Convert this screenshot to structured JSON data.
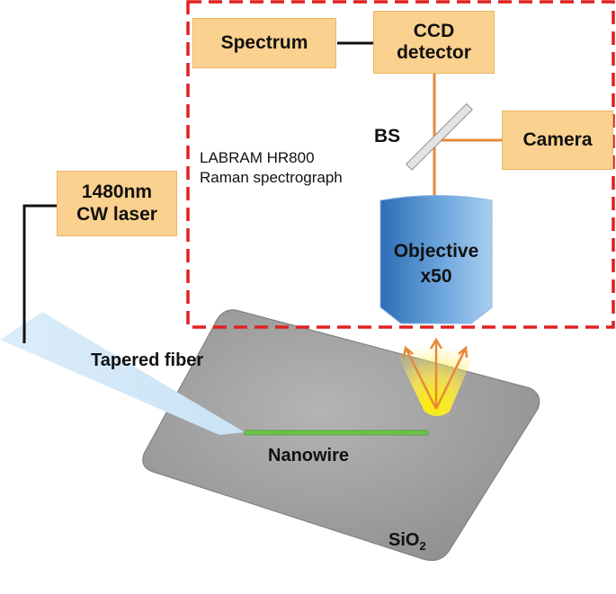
{
  "diagram": {
    "enclosure_label_line1": "LABRAM HR800",
    "enclosure_label_line2": "Raman spectrograph",
    "boxes": {
      "spectrum": "Spectrum",
      "ccd_line1": "CCD",
      "ccd_line2": "detector",
      "camera": "Camera",
      "laser_line1": "1480nm",
      "laser_line2": "CW laser"
    },
    "labels": {
      "beam_splitter": "BS",
      "objective_line1": "Objective",
      "objective_line2": "x50",
      "tapered_fiber": "Tapered fiber",
      "nanowire": "Nanowire",
      "substrate_main": "SiO",
      "substrate_sub": "2"
    }
  },
  "colors": {
    "enclosure_dash": "#e02020",
    "box_fill": "#fbd18f",
    "optical_path": "#e8893a",
    "nanowire": "#6cc24a",
    "objective_dark": "#2d6db5",
    "objective_light": "#a9cdef",
    "substrate": "#9a9a9a",
    "fiber": "#d6eaf8",
    "glow": "#ffe600"
  }
}
